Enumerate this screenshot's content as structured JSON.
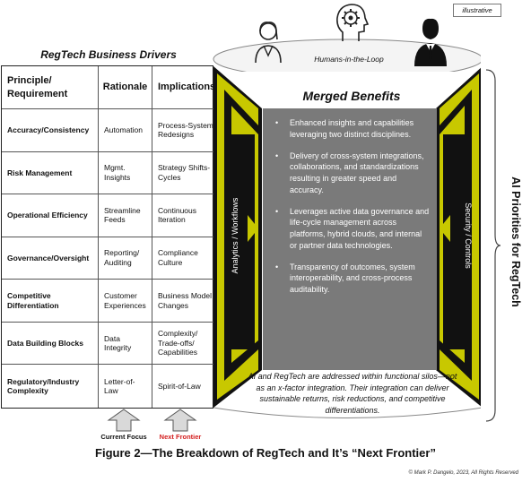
{
  "badge": "illustrative",
  "drivers": {
    "title": "RegTech Business Drivers",
    "headers": [
      "Principle/ Requirement",
      "Rationale",
      "Implications"
    ],
    "rows": [
      {
        "principle": "Accuracy/Consistency",
        "rationale": "Automation",
        "implications": "Process-System Redesigns"
      },
      {
        "principle": "Risk Management",
        "rationale": "Mgmt. Insights",
        "implications": "Strategy Shifts-Cycles"
      },
      {
        "principle": "Operational Efficiency",
        "rationale": "Streamline Feeds",
        "implications": "Continuous Iteration"
      },
      {
        "principle": "Governance/Oversight",
        "rationale": "Reporting/ Auditing",
        "implications": "Compliance Culture"
      },
      {
        "principle": "Competitive Differentiation",
        "rationale": "Customer Experiences",
        "implications": "Business Model Changes"
      },
      {
        "principle": "Data Building Blocks",
        "rationale": "Data Integrity",
        "implications": "Complexity/ Trade-offs/ Capabilities"
      },
      {
        "principle": "Regulatory/Industry Complexity",
        "rationale": "Letter-of-Law",
        "implications": "Spirit-of-Law"
      }
    ],
    "current_focus": "Current Focus",
    "next_frontier": "Next Frontier",
    "next_frontier_color": "#d42020"
  },
  "funnel": {
    "humans_label": "Humans-in-the-Loop",
    "merged_title": "Merged Benefits",
    "left_band": "Analytics / Workflows",
    "right_band": "Security / Controls",
    "side_label": "AI Priorities for RegTech",
    "benefits": [
      "Enhanced insights and capabilities leveraging two distinct disciplines.",
      "Delivery of cross-system integrations, collaborations, and standardizations resulting in greater speed and accuracy.",
      "Leverages active data governance and life-cycle management across platforms, hybrid clouds, and internal or partner data technologies.",
      "Transparency of outcomes, system interoperability, and cross-process auditability."
    ],
    "bottom_text": "AI and RegTech are addressed within functional silos—not as an x-factor integration. Their integration can deliver sustainable returns, risk reductions, and competitive differentiations.",
    "colors": {
      "band": "#c8c800",
      "dark": "#111111",
      "panel": "#7a7a7a"
    },
    "icons": [
      "woman-person-icon",
      "gear-head-icon",
      "man-suit-icon"
    ]
  },
  "caption": "Figure 2—The Breakdown of RegTech and It’s “Next Frontier”",
  "copyright": "© Mark P. Dangelo, 2023, All Rights Reserved"
}
